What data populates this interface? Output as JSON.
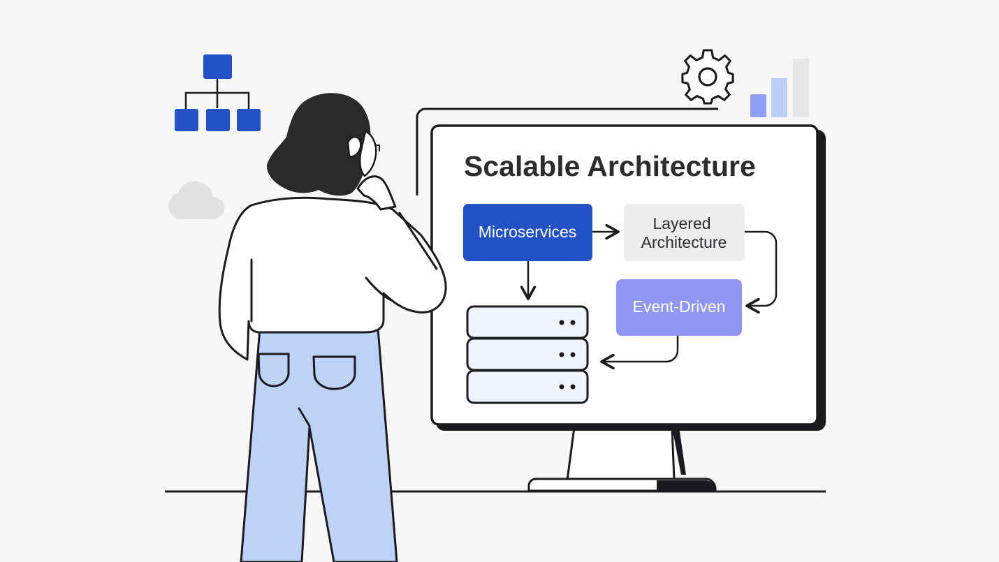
{
  "screen": {
    "title": "Scalable Architecture"
  },
  "diagram": {
    "nodes": {
      "microservices": "Microservices",
      "layered_line1": "Layered",
      "layered_line2": "Architecture",
      "event_driven": "Event-Driven"
    },
    "server_stack_units": 3
  },
  "colors": {
    "background": "#f7f7f8",
    "outline": "#1b1b1f",
    "primary_blue": "#2352c4",
    "light_blue": "#bcd3f7",
    "periwinkle": "#8f96f4",
    "neutral_box": "#ededed",
    "cloud": "#e2e2e2",
    "hair": "#252527",
    "server_fill": "#eef3fc"
  },
  "icons": [
    "org-chart-icon",
    "cloud-icon",
    "gear-icon",
    "bar-chart-icon",
    "server-stack-icon"
  ]
}
